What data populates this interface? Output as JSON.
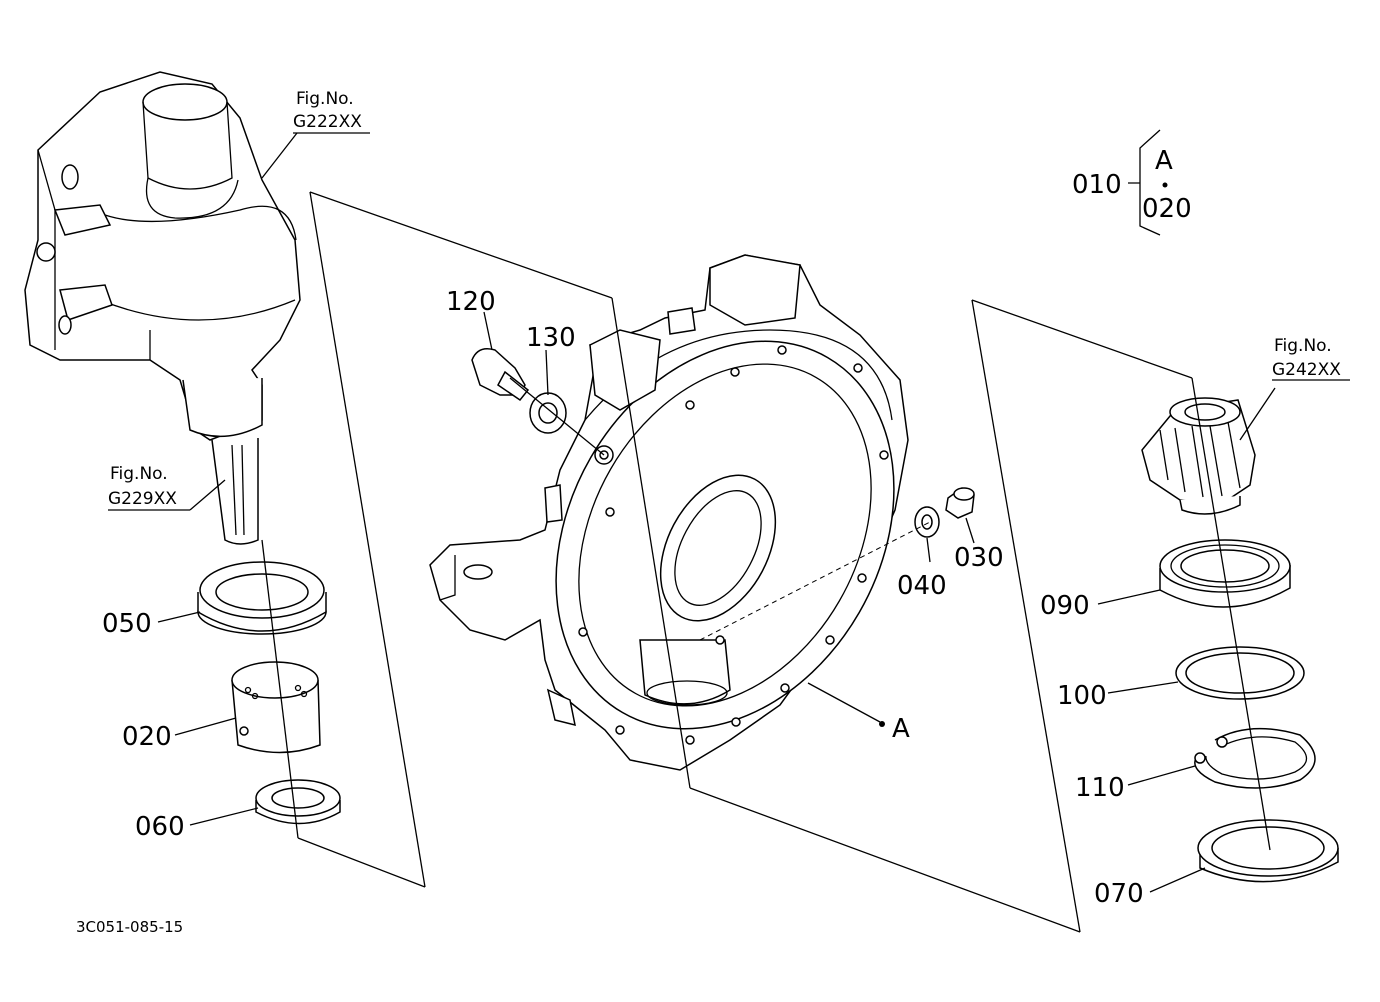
{
  "diagram_code": "3C051-085-15",
  "callouts": {
    "p010": "010",
    "p020_ref": "020",
    "ref_A": "A",
    "p120": "120",
    "p130": "130",
    "p040": "040",
    "p030": "030",
    "p090": "090",
    "p100": "100",
    "p110": "110",
    "p070": "070",
    "p050": "050",
    "p020": "020",
    "p060": "060",
    "mark_A": "A"
  },
  "figure_refs": {
    "g222_label": "Fig.No.",
    "g222_code": "G222XX",
    "g229_label": "Fig.No.",
    "g229_code": "G229XX",
    "g242_label": "Fig.No.",
    "g242_code": "G242XX"
  },
  "colors": {
    "line": "#000000",
    "background": "#ffffff"
  }
}
